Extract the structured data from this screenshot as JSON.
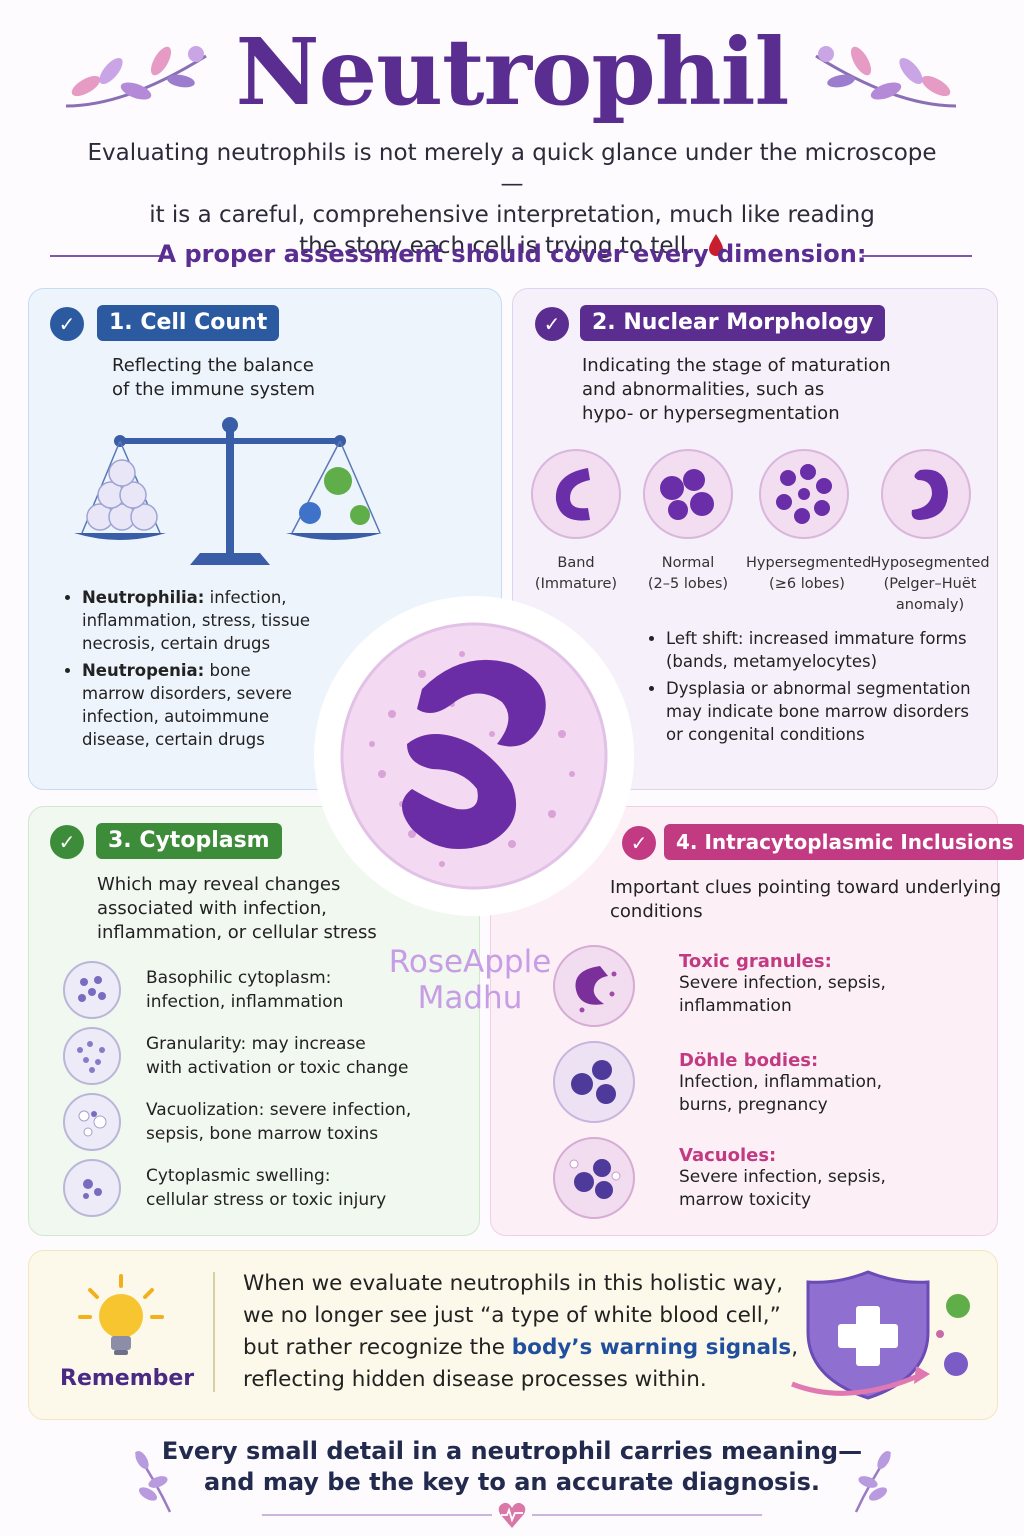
{
  "title": "Neutrophil",
  "intro": {
    "line1": "Evaluating neutrophils is not merely a quick glance under the microscope—",
    "line2": "it is a careful, comprehensive interpretation, much like reading",
    "line3": "the story each cell is trying to tell."
  },
  "assessment_heading": "A proper assessment should cover every dimension:",
  "cell_count": {
    "title": "1. Cell Count",
    "subtitle_line1": "Reflecting the balance",
    "subtitle_line2": "of the immune system",
    "neutrophilia_label": "Neutrophilia:",
    "neutrophilia_text": " infection, inflammation, stress, tissue necrosis, certain drugs",
    "neutropenia_label": "Neutropenia:",
    "neutropenia_text": " bone marrow disorders, severe infection, autoimmune disease, certain drugs",
    "color": "#2c5aa0"
  },
  "nuclear": {
    "title": "2. Nuclear Morphology",
    "subtitle_line1": "Indicating the stage of maturation",
    "subtitle_line2": "and abnormalities, such as",
    "subtitle_line3": "hypo- or hypersegmentation",
    "cells": [
      {
        "name": "Band",
        "detail": "(Immature)",
        "extra": ""
      },
      {
        "name": "Normal",
        "detail": "(2–5 lobes)",
        "extra": ""
      },
      {
        "name": "Hypersegmented",
        "detail": "(≥6 lobes)",
        "extra": ""
      },
      {
        "name": "Hyposegmented",
        "detail": "(Pelger–Huët",
        "extra": "anomaly)"
      }
    ],
    "bullet1": "Left shift: increased immature forms (bands, metamyelocytes)",
    "bullet2": "Dysplasia or abnormal segmentation may indicate bone marrow disorders or congenital conditions",
    "color": "#5b2d91"
  },
  "cytoplasm": {
    "title": "3. Cytoplasm",
    "subtitle_line1": "Which may reveal changes",
    "subtitle_line2": "associated with infection,",
    "subtitle_line3": "inflammation, or cellular stress",
    "items": [
      {
        "line1": "Basophilic cytoplasm:",
        "line2": "infection, inflammation"
      },
      {
        "line1": "Granularity: may increase",
        "line2": "with activation or toxic change"
      },
      {
        "line1": "Vacuolization: severe infection,",
        "line2": "sepsis, bone marrow toxins"
      },
      {
        "line1": "Cytoplasmic swelling:",
        "line2": "cellular stress or toxic injury"
      }
    ],
    "color": "#3d8c3a"
  },
  "inclusions": {
    "title": "4. Intracytoplasmic Inclusions",
    "subtitle_line1": "Important clues pointing toward underlying",
    "subtitle_line2": "conditions",
    "items": [
      {
        "title": "Toxic granules:",
        "line1": "Severe infection, sepsis,",
        "line2": "inflammation"
      },
      {
        "title": "Döhle bodies:",
        "line1": "Infection, inflammation,",
        "line2": "burns, pregnancy"
      },
      {
        "title": "Vacuoles:",
        "line1": "Severe infection, sepsis,",
        "line2": "marrow toxicity"
      }
    ],
    "color": "#c23a82"
  },
  "watermark": {
    "line1": "RoseApple",
    "line2": "Madhu"
  },
  "remember": {
    "label": "Remember",
    "line1": "When we evaluate neutrophils in this holistic way,",
    "line2": "we no longer see just “a type of white blood cell,”",
    "line3_pre": "but rather recognize the ",
    "line3_highlight": "body’s warning signals",
    "line3_post": ",",
    "line4": "reflecting hidden disease processes within."
  },
  "footer": {
    "line1": "Every small detail in a neutrophil carries meaning—",
    "line2": "and may be the key to an accurate diagnosis."
  }
}
